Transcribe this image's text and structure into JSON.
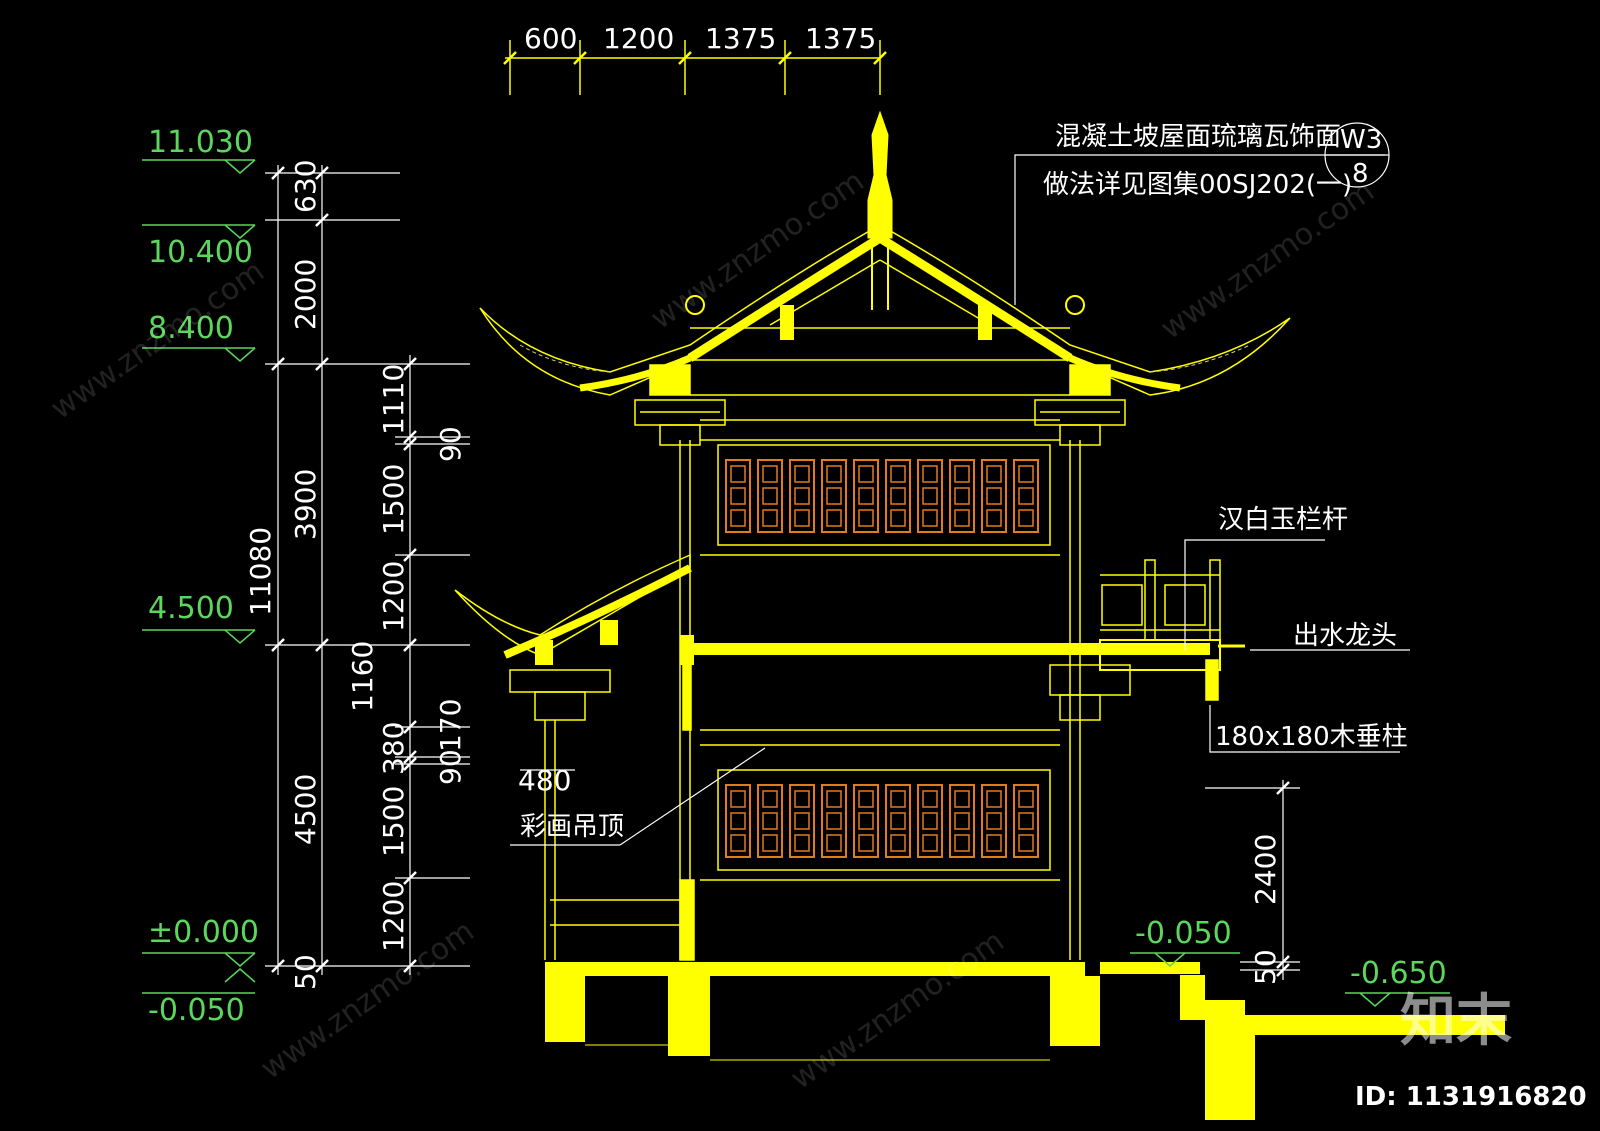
{
  "top_dims": [
    "600",
    "1200",
    "1375",
    "1375"
  ],
  "elevations": {
    "e11030": "11.030",
    "e10400": "10.400",
    "e8400": "8.400",
    "e4500": "4.500",
    "e0000": "±0.000",
    "e_0050_left": "-0.050",
    "e_0050_right": "-0.050",
    "e_0650": "-0.650"
  },
  "vertical_dims_outer": {
    "d630": "630",
    "d2000": "2000",
    "d3900": "3900",
    "d4500": "4500",
    "d50": "50",
    "total": "11080"
  },
  "vertical_dims_inner": {
    "d1110": "1110",
    "d90a": "90",
    "d1500a": "1500",
    "d1200a": "1200",
    "d1160": "1160",
    "d170": "170",
    "d380": "380",
    "d90b": "90",
    "d1500b": "1500",
    "d1200b": "1200"
  },
  "right_dims": {
    "d2400": "2400",
    "d50": "50"
  },
  "small_dim": "480",
  "annotations": {
    "roof_line1": "混凝土坡屋面琉璃瓦饰面",
    "roof_line2": "做法详见图集00SJ202(一)",
    "detail_top": "W3",
    "detail_bottom": "8",
    "railing": "汉白玉栏杆",
    "spout": "出水龙头",
    "post": "180x180木垂柱",
    "ceiling": "彩画吊顶"
  },
  "watermark": {
    "site": "www.znzmo.com",
    "logo": "知末",
    "id": "ID: 1131916820"
  },
  "colors": {
    "background": "#000000",
    "structure": "#ffff00",
    "dimension": "#ffffff",
    "elevation": "#5cd65c",
    "window_lattice": "#e07b1e"
  }
}
